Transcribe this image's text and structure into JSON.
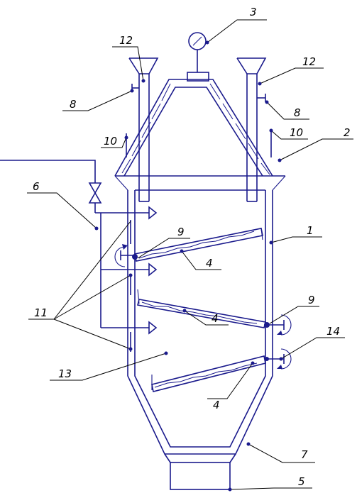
{
  "labels": {
    "manometer": "3",
    "feed_hopper_left": "12",
    "feed_hopper_right": "12",
    "valve_left": "8",
    "valve_right": "8",
    "pipe_left": "10",
    "pipe_right": "10",
    "lid": "2",
    "air_line": "6",
    "body": "1",
    "shaft_upper": "9",
    "shelf_upper": "4",
    "nozzles": "11",
    "shaft_middle": "9",
    "shelf_middle": "4",
    "drive_lower": "14",
    "chamber": "13",
    "shelf_lower": "4",
    "outlet_pipe": "7",
    "receiver": "5"
  },
  "colors": {
    "line": "#1a1a8c",
    "leader": "#000000"
  }
}
